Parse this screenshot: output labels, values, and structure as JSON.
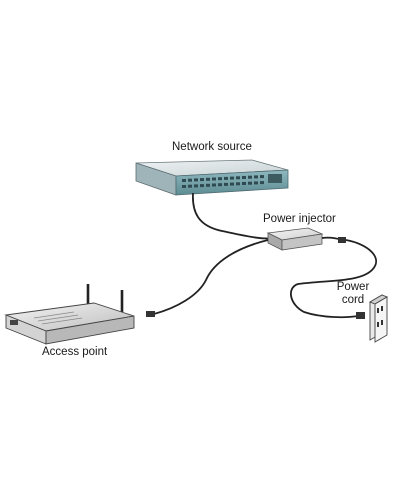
{
  "labels": {
    "network_source": "Network source",
    "power_injector": "Power injector",
    "power_cord_line1": "Power",
    "power_cord_line2": "cord",
    "access_point": "Access point"
  }
}
